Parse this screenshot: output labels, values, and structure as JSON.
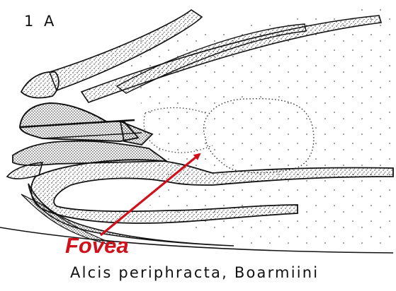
{
  "figure": {
    "label": "1 A",
    "pointer_label": "Fovea",
    "caption": "Alcis periphracta, Boarmiini"
  },
  "colors": {
    "ink": "#111111",
    "stipple": "#222222",
    "pointer": "#d0101a",
    "background": "#ffffff"
  }
}
